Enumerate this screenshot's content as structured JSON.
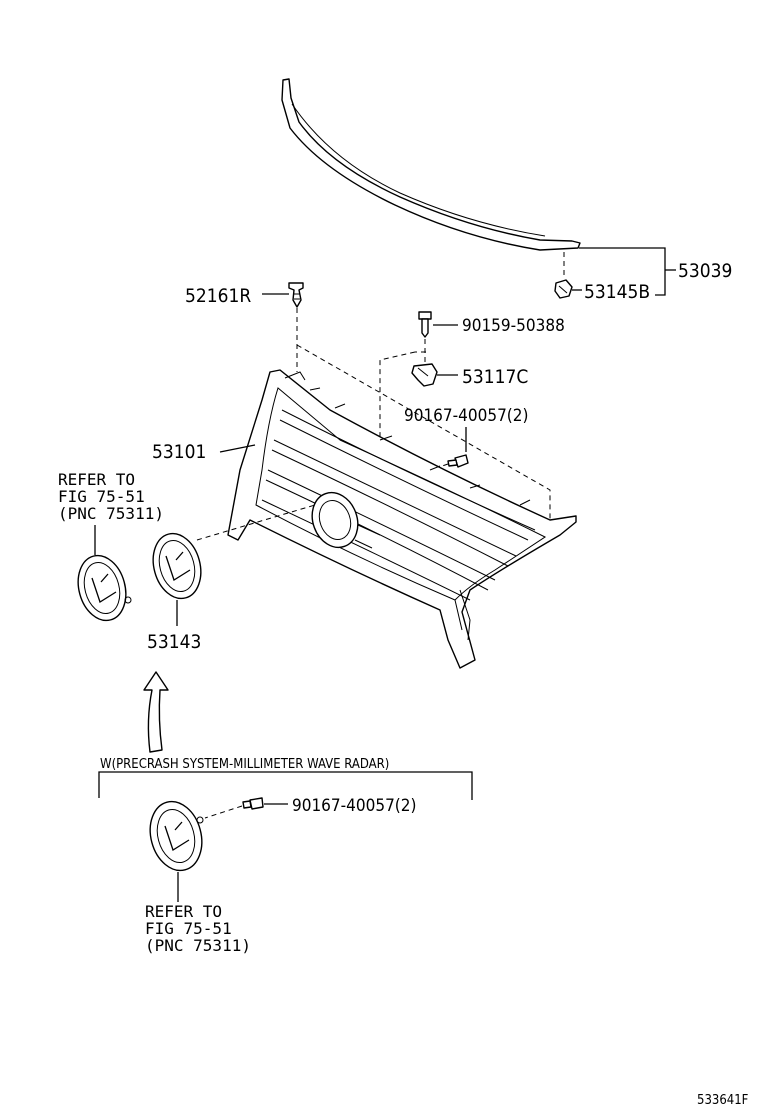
{
  "parts": {
    "p53039": "53039",
    "p53145B": "53145B",
    "p52161R": "52161R",
    "p9015950388": "90159-50388",
    "p53117C": "53117C",
    "p9016740057_top": "90167-40057(2)",
    "p53101": "53101",
    "p53143": "53143",
    "p9016740057_bottom": "90167-40057(2)"
  },
  "refer_top": {
    "line1": "REFER TO",
    "line2": "FIG 75-51",
    "line3": "(PNC 75311)"
  },
  "refer_bottom": {
    "line1": "REFER TO",
    "line2": "FIG 75-51",
    "line3": "(PNC 75311)"
  },
  "condition_note": "W(PRECRASH SYSTEM-MILLIMETER WAVE RADAR)",
  "figure_id": "533641F"
}
